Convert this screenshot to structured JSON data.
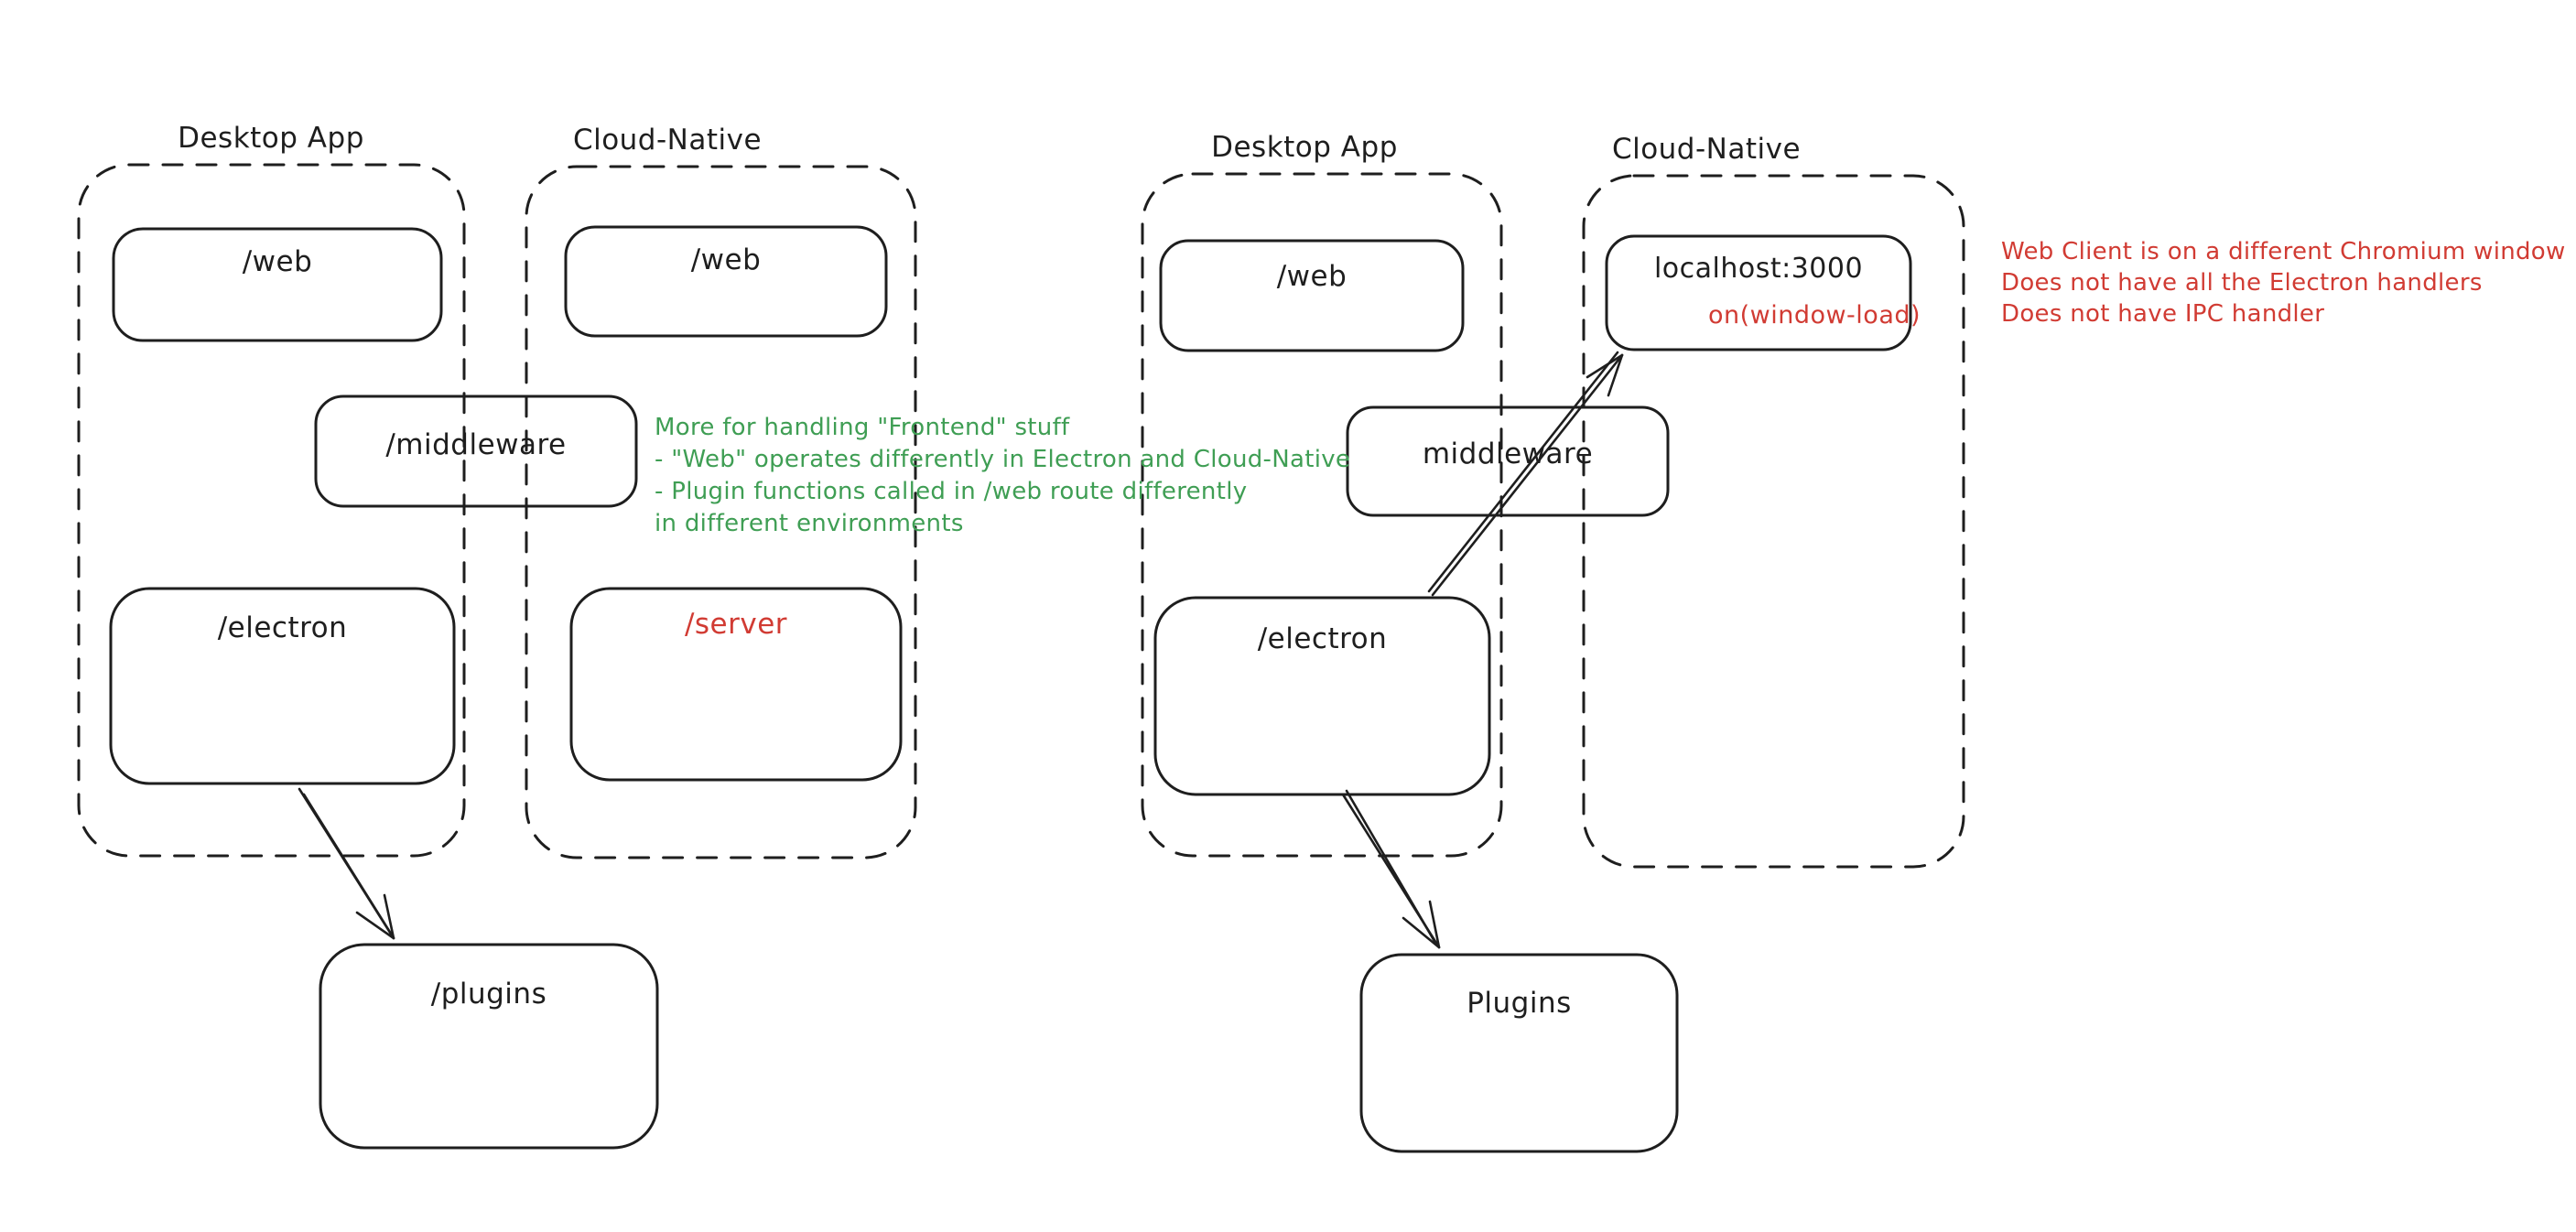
{
  "canvas": {
    "background_color": "#ffffff",
    "ink_color": "#1e1e1e",
    "red_color": "#d13b33",
    "green_color": "#3f9e54"
  },
  "left_diagram": {
    "desktop_container_label": "Desktop App",
    "cloud_container_label": "Cloud-Native",
    "desktop_web_box_label": "/web",
    "cloud_web_box_label": "/web",
    "middleware_box_label": "/middleware",
    "electron_box_label": "/electron",
    "server_box_label": "/server",
    "plugins_box_label": "/plugins",
    "green_note_lines": [
      "More for handling \"Frontend\" stuff",
      "- \"Web\" operates differently in Electron and Cloud-Native",
      "- Plugin functions called in /web route differently",
      "in different environments"
    ]
  },
  "right_diagram": {
    "desktop_container_label": "Desktop App",
    "cloud_container_label": "Cloud-Native",
    "desktop_web_box_label": "/web",
    "middleware_box_label": "middleware",
    "electron_box_label": "/electron",
    "localhost_box_label": "localhost:3000",
    "localhost_event_label": "on(window-load)",
    "plugins_box_label": "Plugins",
    "red_note_lines": [
      "Web Client is on a different Chromium window",
      "Does not have all the Electron handlers",
      "Does not have IPC handler"
    ]
  }
}
